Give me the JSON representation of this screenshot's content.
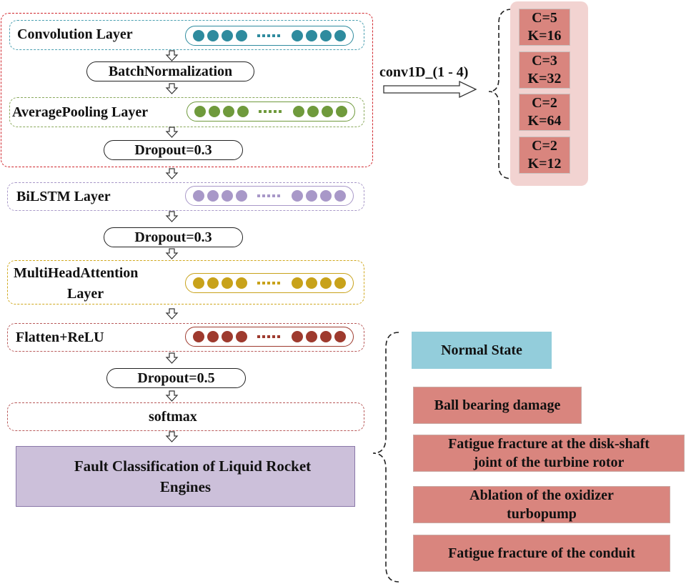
{
  "colors": {
    "conv": "#2e8b9e",
    "pool": "#6f9a3c",
    "bilstm": "#a898c8",
    "attn": "#c8a21a",
    "flatten": "#9e3a2e",
    "block_border": "#d0262c",
    "softmax_border": "#b85a5a",
    "ck_panel": "#f2d3d1",
    "ck_cell": "#d9857e",
    "normal_state": "#93cddb",
    "fault": "#d9857e",
    "output_box": "#ccc0da"
  },
  "layers": {
    "conv_label": "Convolution Layer",
    "batchnorm_label": "BatchNormalization",
    "pool_label": "AveragePooling Layer",
    "dropout1_label": "Dropout=0.3",
    "bilstm_label": "BiLSTM Layer",
    "dropout2_label": "Dropout=0.3",
    "attn_label_line1": "MultiHeadAttention",
    "attn_label_line2": "Layer",
    "flatten_label": "Flatten+ReLU",
    "dropout3_label": "Dropout=0.5",
    "softmax_label": "softmax",
    "output_line1": "Fault Classification of Liquid Rocket",
    "output_line2": "Engines"
  },
  "conv1d": {
    "label": "conv1D_(1 - 4)",
    "configs": [
      {
        "c": "C=5",
        "k": "K=16"
      },
      {
        "c": "C=3",
        "k": "K=32"
      },
      {
        "c": "C=2",
        "k": "K=64"
      },
      {
        "c": "C=2",
        "k": "K=12"
      }
    ]
  },
  "classes": {
    "normal": "Normal State",
    "ball": "Ball bearing damage",
    "fatigue_disk_line1": "Fatigue fracture at the disk-shaft",
    "fatigue_disk_line2": "joint of the turbine rotor",
    "ablation_line1": "Ablation of the oxidizer",
    "ablation_line2": "turbopump",
    "conduit": "Fatigue fracture of the conduit"
  },
  "icons": {
    "flow_arrow": "hollow-down-arrow",
    "pointer_arrow": "hollow-right-arrow",
    "brace": "curly-brace"
  }
}
